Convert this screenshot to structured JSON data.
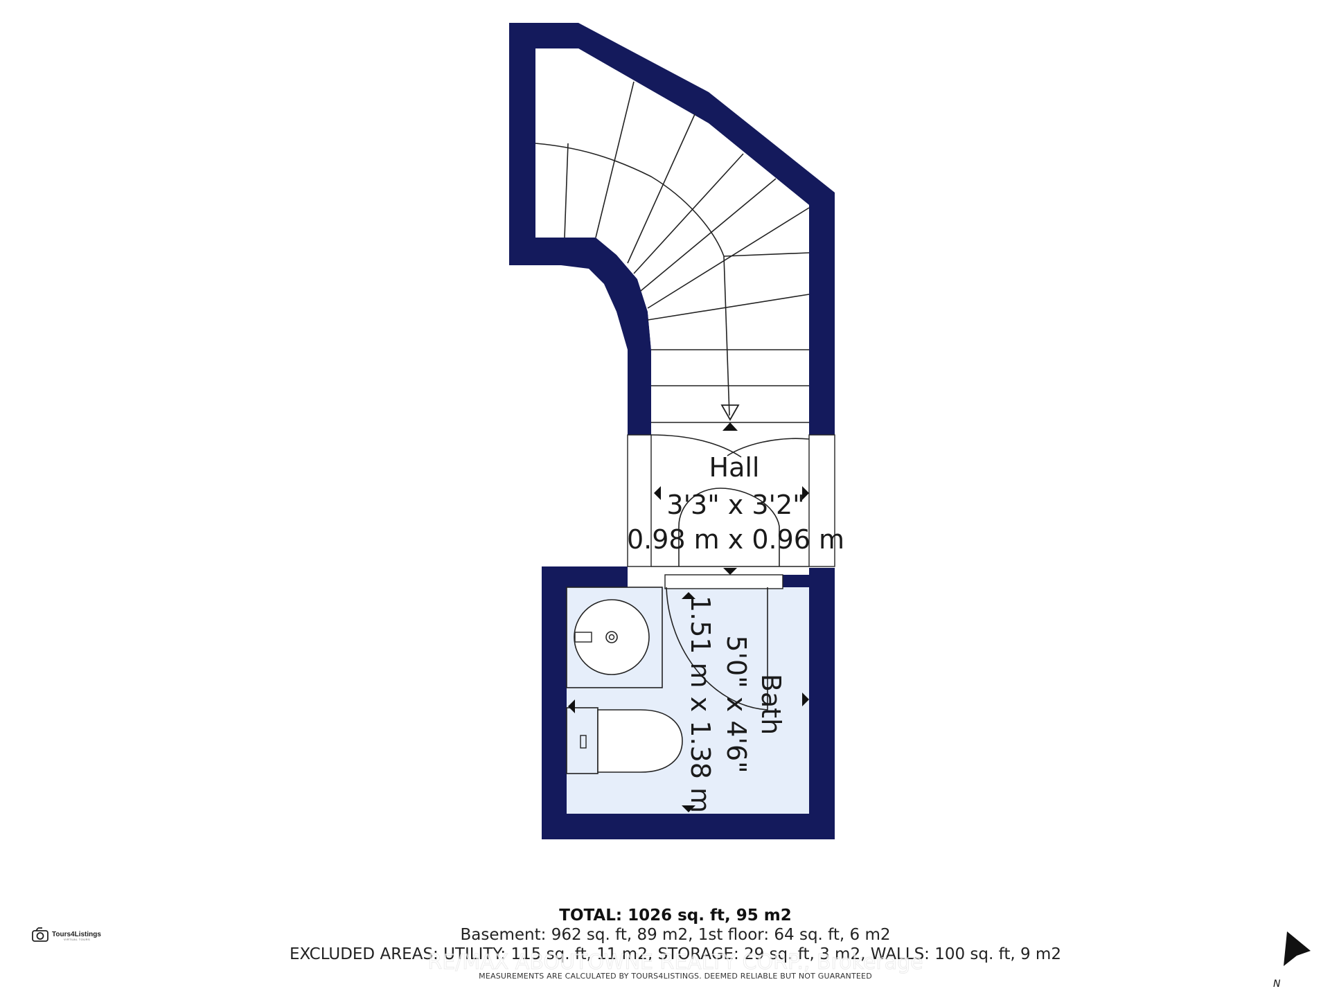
{
  "floor_plan": {
    "rooms": [
      {
        "name": "Hall",
        "dimensions_imperial": "3'3\" x 3'2\"",
        "dimensions_metric": "0.98 m x 0.96 m"
      },
      {
        "name": "Bath",
        "dimensions_imperial": "5'0\" x 4'6\"",
        "dimensions_metric": "1.51 m x 1.38 m"
      }
    ],
    "colors": {
      "wall": "#141a5c",
      "bath_floor": "#e6eefa",
      "floor": "#ffffff",
      "line": "#222222"
    }
  },
  "footer": {
    "total": "TOTAL: 1026 sq. ft, 95 m2",
    "floors_line": "Basement: 962 sq. ft, 89 m2, 1st floor: 64 sq. ft, 6 m2",
    "excluded_line": "EXCLUDED AREAS: UTILITY: 115 sq. ft, 11 m2, STORAGE: 29 sq. ft, 3 m2, WALLS: 100 sq. ft, 9 m2",
    "disclaimer": "MEASUREMENTS ARE CALCULATED BY TOURS4LISTINGS. DEEMED RELIABLE BUT NOT GUARANTEED",
    "watermark": "RE/MAX ABOUTOWNE REALTY CORP., Brokerage"
  },
  "logo": {
    "name": "Tours4Listings",
    "tagline": "VIRTUAL TOURS",
    "icon": "camera-icon"
  },
  "compass": {
    "letter": "N",
    "icon": "north-arrow-icon"
  }
}
